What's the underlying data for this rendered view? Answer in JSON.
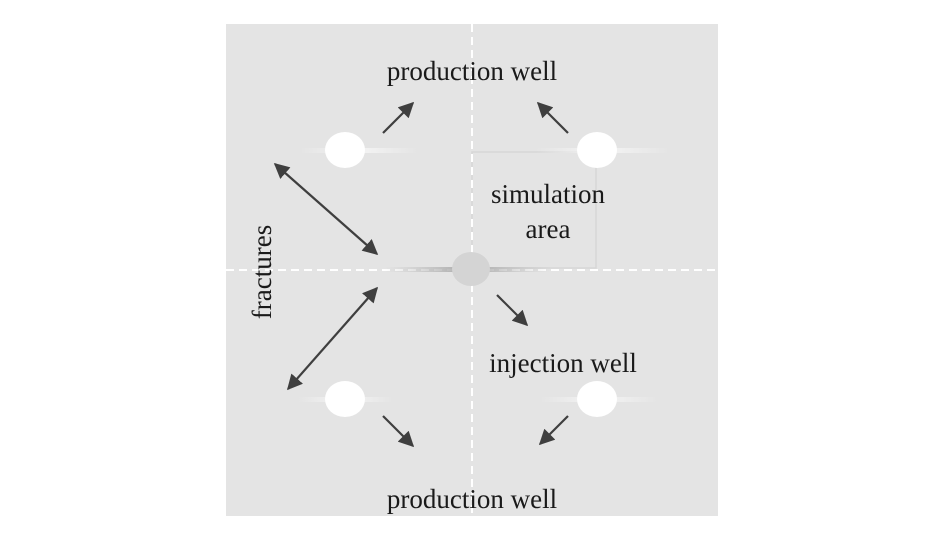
{
  "labels": {
    "production_well_top": "production well",
    "production_well_bottom": "production well",
    "simulation_area_line1": "simulation",
    "simulation_area_line2": "area",
    "injection_well": "injection well",
    "fractures": "fractures"
  },
  "colors": {
    "background": "#e4e4e4",
    "well": "#ffffff",
    "injection_well": "#d4d4d4",
    "arrow": "#3f3f3f",
    "dashed_line": "#ffffff",
    "text": "#1a1a1a"
  }
}
